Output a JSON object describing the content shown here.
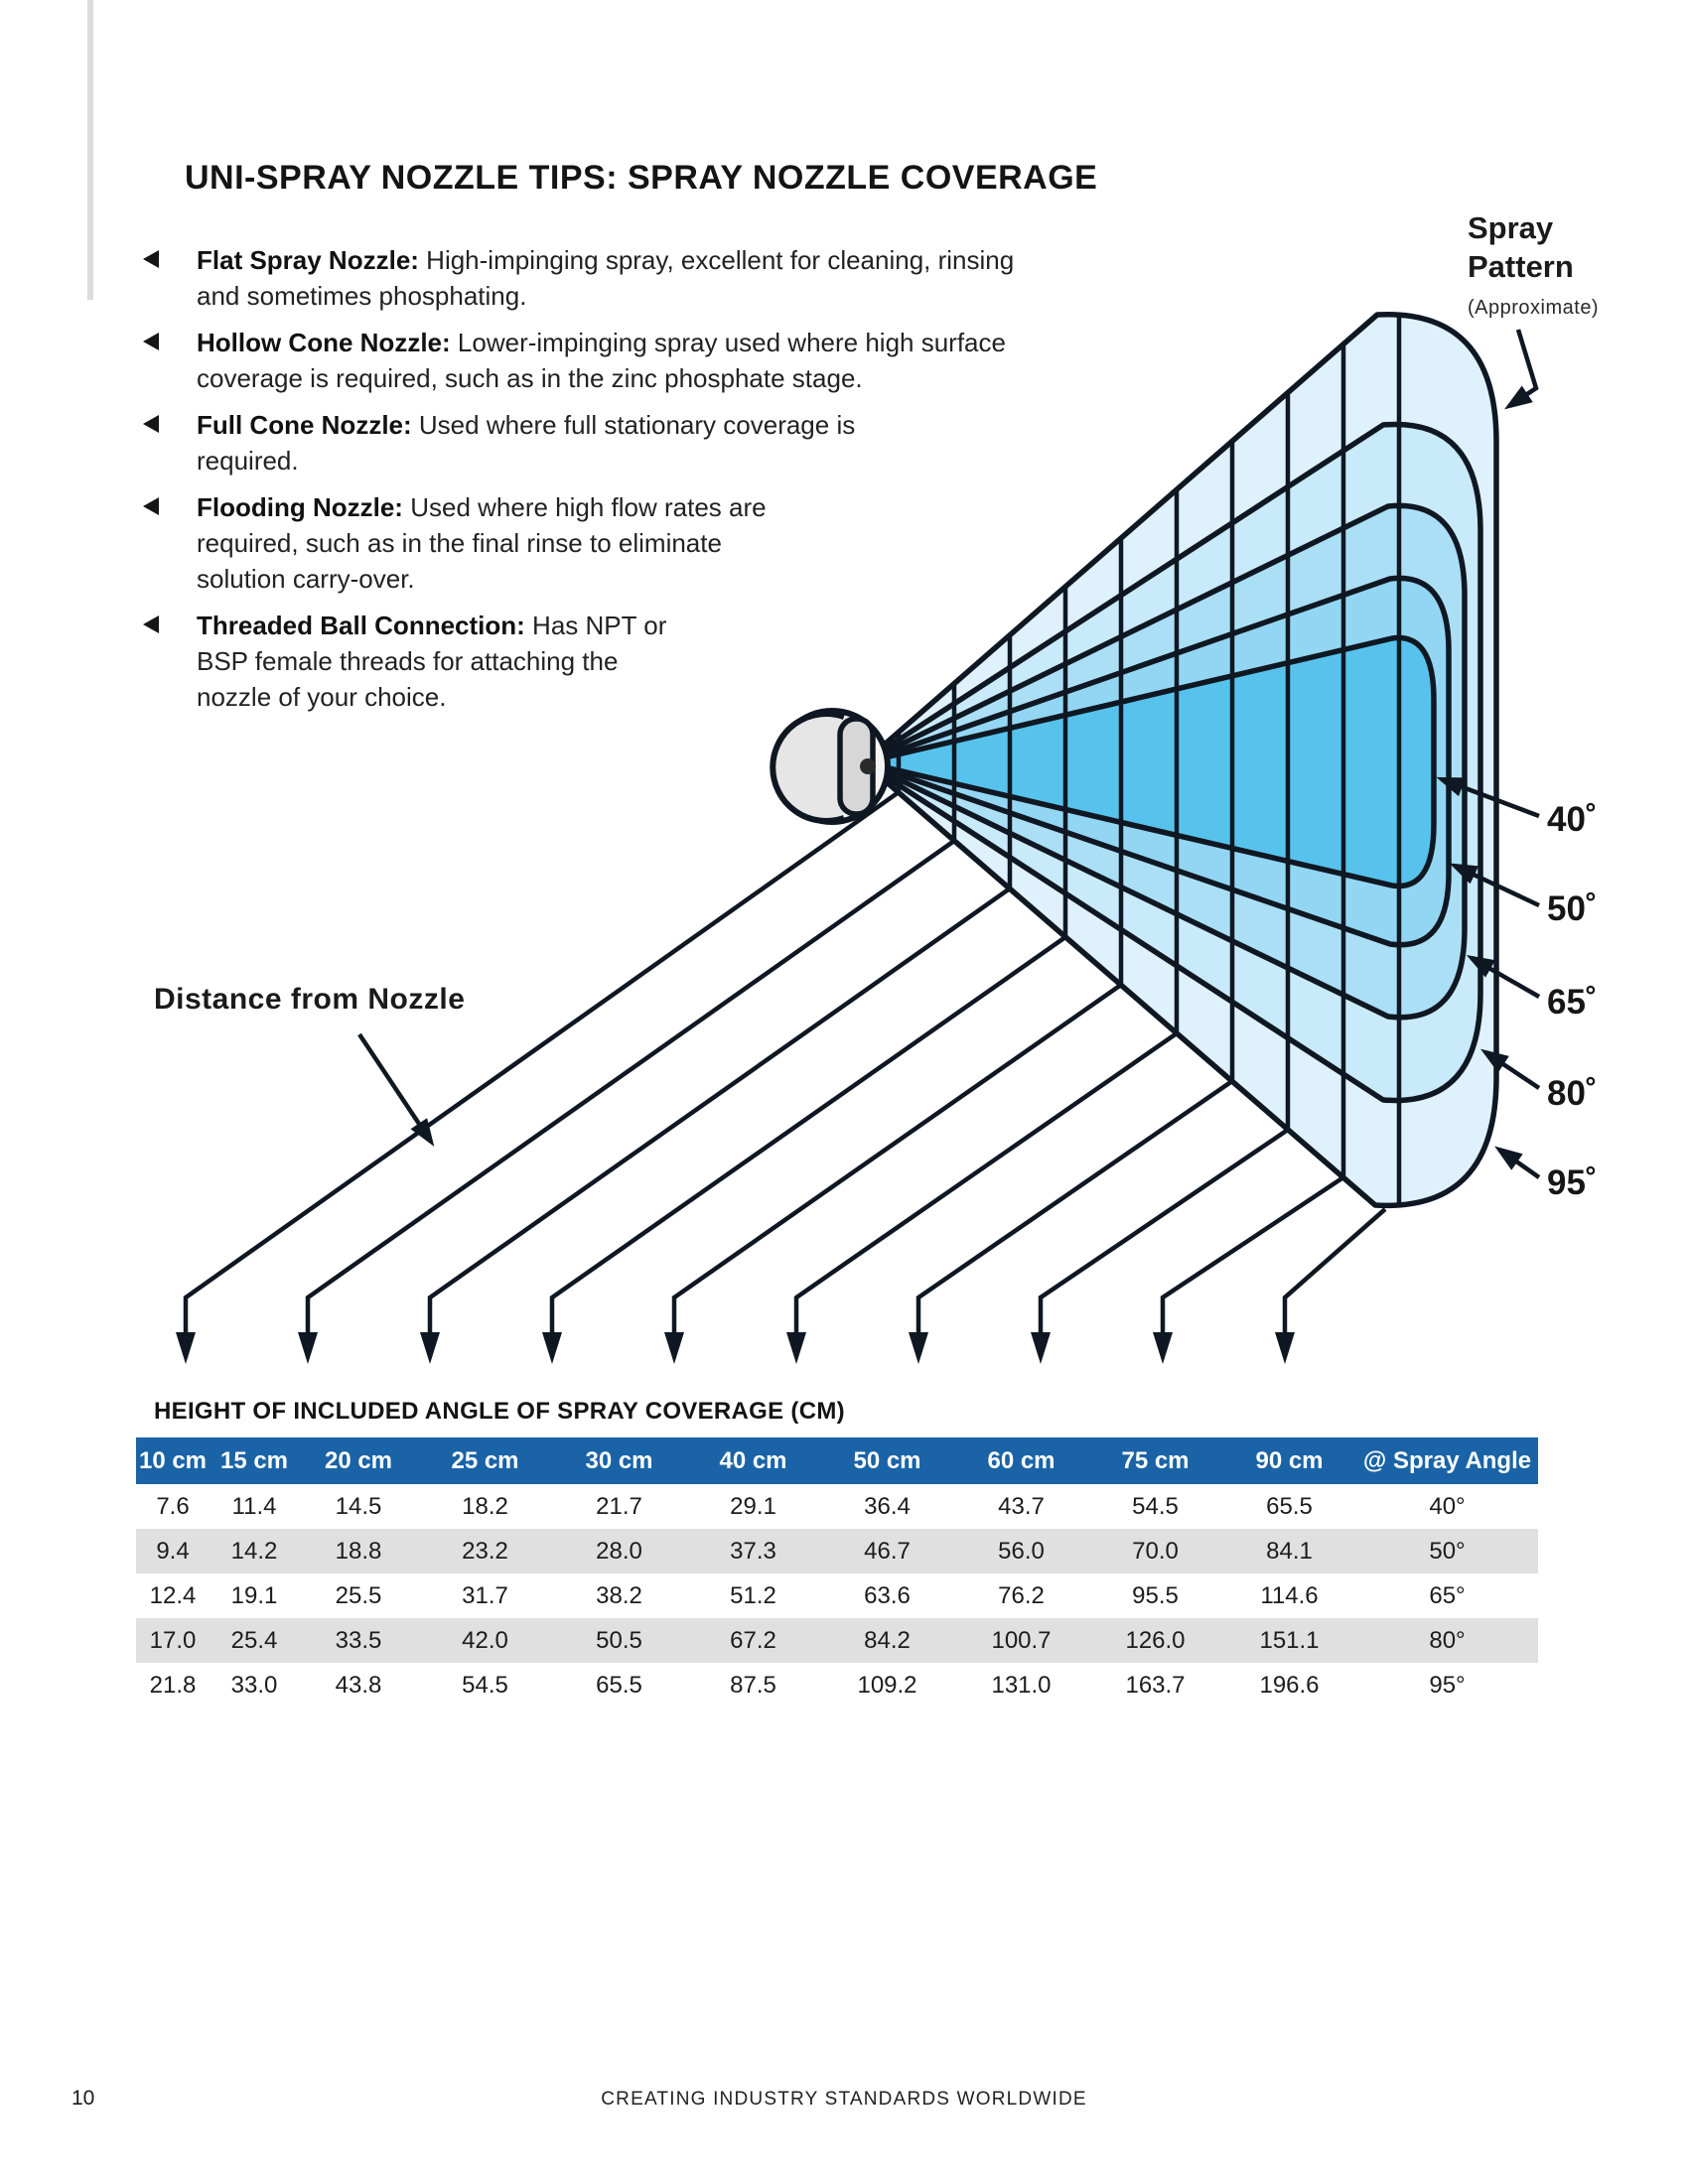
{
  "page": {
    "title": "UNI-SPRAY NOZZLE TIPS: SPRAY NOZZLE COVERAGE",
    "footer": {
      "page_number": "10",
      "tagline": "CREATING INDUSTRY STANDARDS WORLDWIDE"
    }
  },
  "bullets": [
    {
      "term": "Flat Spray Nozzle:",
      "desc": "High-impinging spray, excellent for cleaning, rinsing and sometimes phosphating."
    },
    {
      "term": "Hollow Cone Nozzle:",
      "desc": "Lower-impinging spray used where high surface coverage is required, such as in the zinc phosphate stage."
    },
    {
      "term": "Full Cone Nozzle:",
      "desc": "Used where full stationary coverage is required."
    },
    {
      "term": "Flooding Nozzle:",
      "desc": "Used where high flow rates are required, such as in the final rinse to eliminate solution carry-over."
    },
    {
      "term": "Threaded Ball Connection:",
      "desc": "Has NPT or BSP female threads for attaching the nozzle of your choice."
    }
  ],
  "diagram": {
    "spray_pattern_line1": "Spray",
    "spray_pattern_line2": "Pattern",
    "approximate_label": "(Approximate)",
    "distance_label": "Distance from Nozzle",
    "angle_labels": [
      "40˚",
      "50˚",
      "65˚",
      "80˚",
      "95˚"
    ],
    "colors": {
      "wedge_40": "#57c3ed",
      "wedge_50": "#93d6f3",
      "wedge_65": "#abdff6",
      "wedge_80": "#c9eafa",
      "wedge_95": "#def1fc",
      "outline": "#0f1822"
    }
  },
  "table": {
    "caption": "HEIGHT OF INCLUDED ANGLE OF SPRAY COVERAGE (CM)",
    "headers": [
      "10 cm",
      "15 cm",
      "20 cm",
      "25 cm",
      "30 cm",
      "40 cm",
      "50 cm",
      "60 cm",
      "75 cm",
      "90 cm",
      "@ Spray Angle"
    ],
    "rows": [
      [
        "7.6",
        "11.4",
        "14.5",
        "18.2",
        "21.7",
        "29.1",
        "36.4",
        "43.7",
        "54.5",
        "65.5",
        "40°"
      ],
      [
        "9.4",
        "14.2",
        "18.8",
        "23.2",
        "28.0",
        "37.3",
        "46.7",
        "56.0",
        "70.0",
        "84.1",
        "50°"
      ],
      [
        "12.4",
        "19.1",
        "25.5",
        "31.7",
        "38.2",
        "51.2",
        "63.6",
        "76.2",
        "95.5",
        "114.6",
        "65°"
      ],
      [
        "17.0",
        "25.4",
        "33.5",
        "42.0",
        "50.5",
        "67.2",
        "84.2",
        "100.7",
        "126.0",
        "151.1",
        "80°"
      ],
      [
        "21.8",
        "33.0",
        "43.8",
        "54.5",
        "65.5",
        "87.5",
        "109.2",
        "131.0",
        "163.7",
        "196.6",
        "95°"
      ]
    ],
    "header_bg": "#1a63a7",
    "row_alt_bg": "#e0e0e0"
  }
}
